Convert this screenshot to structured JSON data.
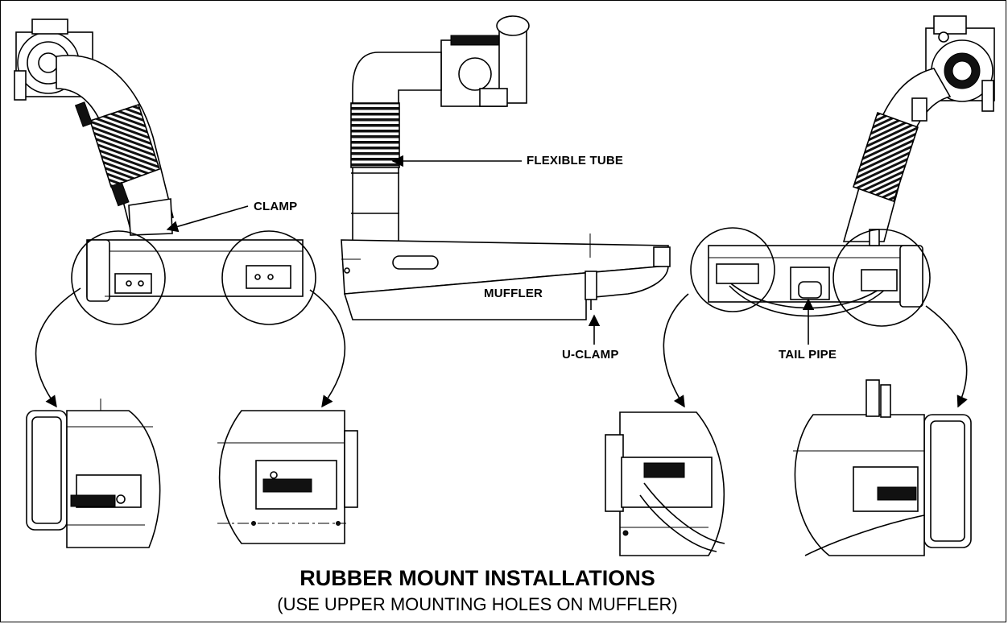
{
  "labels": {
    "clamp": "CLAMP",
    "flexible_tube": "FLEXIBLE TUBE",
    "muffler": "MUFFLER",
    "u_clamp": "U-CLAMP",
    "tail_pipe": "TAIL PIPE"
  },
  "title": "RUBBER MOUNT INSTALLATIONS",
  "subtitle": "(USE UPPER MOUNTING HOLES ON MUFFLER)",
  "colors": {
    "ink": "#000000",
    "paper": "#ffffff"
  }
}
